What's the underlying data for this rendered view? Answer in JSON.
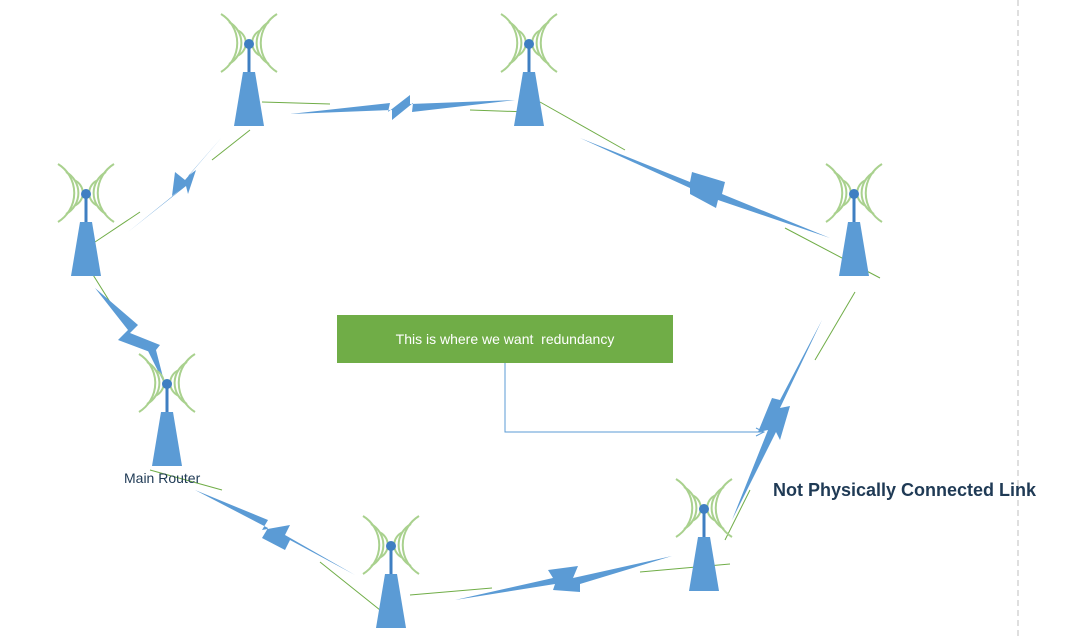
{
  "diagram": {
    "callout_text": "This is where we want  redundancy",
    "main_router_label": "Main Router",
    "link_label": "Not Physically Connected Link"
  },
  "colors": {
    "tower": "#5b9bd5",
    "signal": "#a9d18e",
    "wire": "#70ad47",
    "callout_bg": "#70ad47",
    "label_text": "#1f3a55",
    "divider": "#bfbfbf"
  },
  "icons": [
    "radio-tower-icon",
    "wireless-signal-icon",
    "lightning-link-icon"
  ]
}
